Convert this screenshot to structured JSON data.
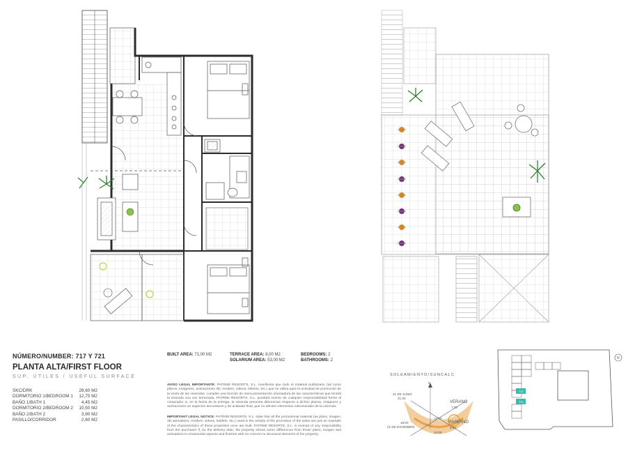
{
  "info": {
    "number_label": "NÚMERO/NUMBER:",
    "number_value": "717 Y 721",
    "floor_label": "PLANTA ALTA/FIRST FLOOR",
    "useful_surface": "SUP. ÚTILES / USEFUL SURFACE",
    "rooms": [
      {
        "label": "SKC/DRK",
        "value": "28,60 M2"
      },
      {
        "label": "DORMITORIO 1/BEDROOM 1",
        "value": "12,75 M2"
      },
      {
        "label": "BAÑO 1/BATH 1",
        "value": "4,45 M2"
      },
      {
        "label": "DORMITORIO 2/BEDROOM 2",
        "value": "10,50 M2"
      },
      {
        "label": "BAÑO 2/BATH 2",
        "value": "3,90 M2"
      },
      {
        "label": "PASILLO/CORRIDOR",
        "value": "2,60 M2"
      }
    ]
  },
  "stats": {
    "built_area_label": "BUILT AREA:",
    "built_area_value": "71,00 M2",
    "terrace_area_label": "TERRACE AREA:",
    "terrace_area_value": "8,00 M2",
    "solarium_area_label": "SOLARIUM AREA:",
    "solarium_area_value": "53,00 M2",
    "bedrooms_label": "BEDROOMS:",
    "bedrooms_value": "2",
    "bathrooms_label": "BATHROOMS:",
    "bathrooms_value": "2"
  },
  "legal": {
    "es_title": "AVISO LEGAL IMPORTANTE:",
    "es_text": "PATRIMI RESORTS, S.L. manifiesta que todo el material publicitario (tal como planos, imágenes, animaciones 3D, renders, vídeos, folletos, etc.) que se utiliza para la actividad de promoción de la venta de las viviendas, cumplen una función de mera presentación orientadora de las características que tendrá la vivienda una vez terminada. PATRIMI RESORTS, S.L. quedará exento de cualquier responsabilidad frente al comprador si, en la fecha de la entrega, la vivienda presenta diferencias respecto a dichos planos, imágenes y animaciones en aspectos decorativos y de acabado final, que no afecten elementos estructurales de la vivienda.",
    "en_title": "IMPORTANT LEGAL NOTICE:",
    "en_text": "PATRIMI RESORTS, S.L. state that all the promotional material (as plans, images, 3D animations, renders, videos, leaflets, etc.) used in the activity of the promotion of the sales are just an example of the characteristics of these properties once are built. PATRIMI RESORTS, S.L. is exempt of any responsibility from the purchaser if, by the delivery date, the property shows some differences from those plans, images and animations in ornamental aspects and finishes with no concern to structural elements of the property."
  },
  "sun": {
    "title": "SOLEAMIENTO/SUNCALC",
    "north": "N",
    "summer_date": "21 DE JUNIO",
    "summer_time": "21:30",
    "summer_label": "VERANO",
    "summer_label_time": "7:00",
    "winter_date": "21 DE DICIEMBRE",
    "winter_time": "18:00",
    "winter_label": "INVIERNO",
    "winter_label_time": "8:00",
    "noon_label": "12:00",
    "mid_label": "15:00"
  },
  "site": {
    "unit_a": "717",
    "unit_b": "721",
    "north": "N"
  },
  "colors": {
    "wall": "#2b2b2b",
    "grid": "#bfbfbf",
    "plant": "#2f7f2f",
    "flower_orange": "#e8802a",
    "flower_purple": "#7a2a8a",
    "sun_orange": "#e9a24a",
    "site_teal": "#3bbab0"
  }
}
